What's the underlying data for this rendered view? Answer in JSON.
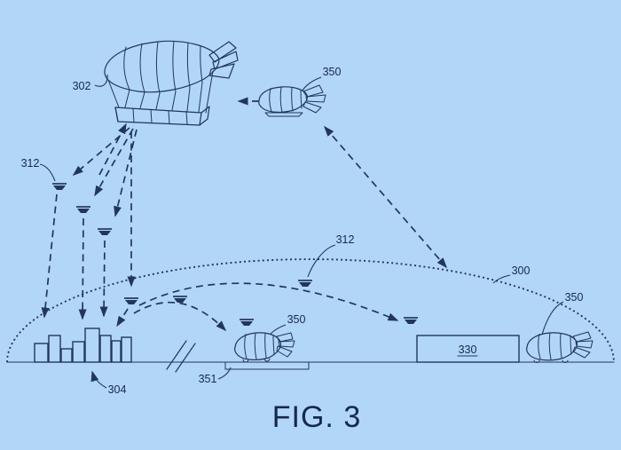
{
  "figure": {
    "caption": "FIG. 3",
    "colors": {
      "background": "#b2d6f8",
      "line": "#22365c",
      "text": "#16294a"
    },
    "reference_labels": {
      "main_airship": "302",
      "uav_left": "312",
      "uav_mid": "312",
      "coverage_boundary": "300",
      "shuttle_airship_top": "350",
      "shuttle_airship_center": "350",
      "shuttle_airship_right": "350",
      "city_skyline": "304",
      "ground_facility": "330",
      "landing_platform": "351"
    }
  }
}
